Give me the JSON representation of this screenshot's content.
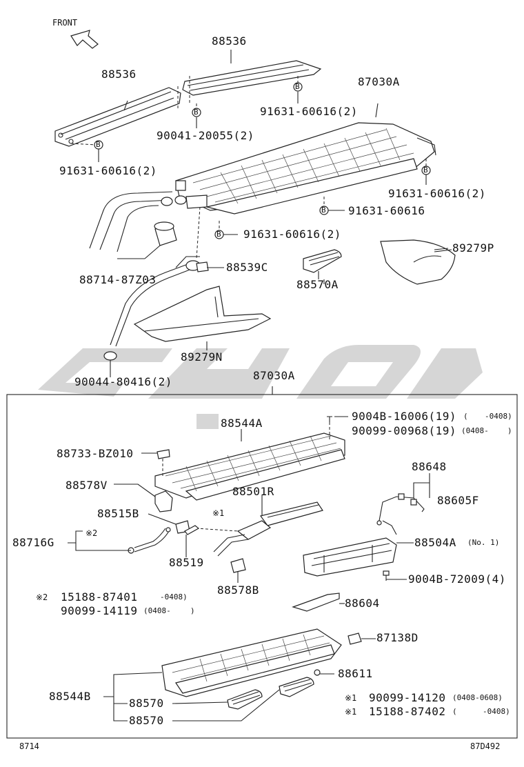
{
  "header": {
    "direction_label": "FRONT"
  },
  "upper_labels": [
    "88536",
    "88536",
    "87030A",
    "91631-60616(2)",
    "90041-20055(2)",
    "91631-60616(2)",
    "91631-60616(2)",
    "91631-60616",
    "91631-60616(2)",
    "89279P",
    "88539C",
    "88714-87Z03",
    "88570A",
    "89279N",
    "90044-80416(2)"
  ],
  "assembly_label": "87030A",
  "lower_labels": [
    "9004B-16006(19)",
    "90099-00968(19)",
    "88544A",
    "88733-BZ010",
    "88648",
    "88578V",
    "88501R",
    "88605F",
    "88515B",
    "88716G",
    "88504A",
    "88519",
    "9004B-72009(4)",
    "88578B",
    "15188-87401",
    "90099-14119",
    "88604",
    "87138D",
    "88611",
    "88544B",
    "88570",
    "88570",
    "90099-14120",
    "15188-87402"
  ],
  "date_notes": {
    "n1": "-0408)",
    "n2": "(0408-",
    "n2b": ")",
    "n3": "-0408)",
    "n4": "(0408-",
    "n4b": ")",
    "n5": "(0408-0608)",
    "n6": "(",
    "n6b": "-0408)",
    "no1": "(No. 1)"
  },
  "markers": {
    "m1": "※1",
    "m2": "※2",
    "m3": "※2",
    "m4": "※1",
    "m5": "※1"
  },
  "bolt_marker": "B",
  "footer": {
    "left_code": "8714",
    "right_code": "87D492"
  },
  "watermark_color": "#c8c8c8",
  "line_color": "#222222"
}
